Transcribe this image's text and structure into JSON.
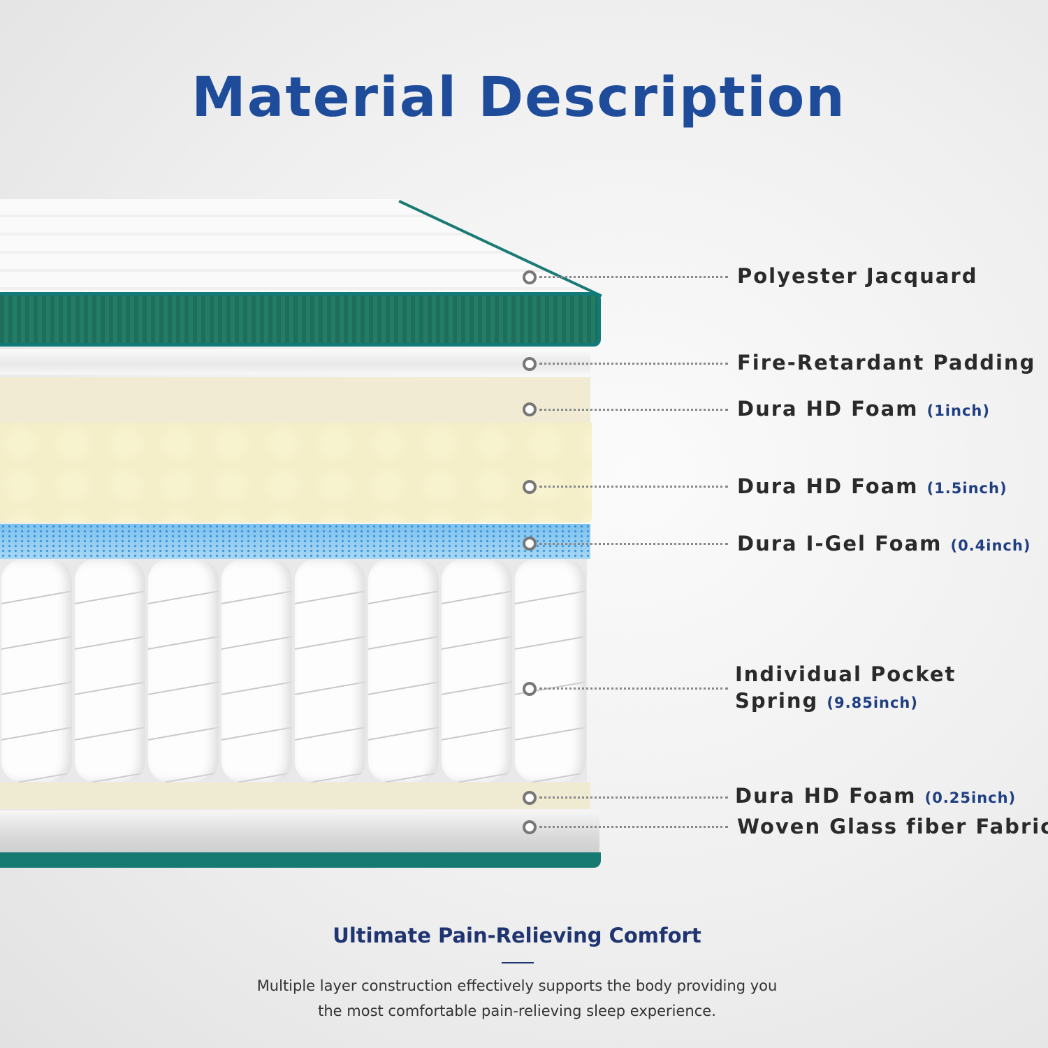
{
  "title": "Material Description",
  "layers": [
    {
      "name": "Polyester Jacquard",
      "size": ""
    },
    {
      "name": "Fire-Retardant Padding",
      "size": ""
    },
    {
      "name": "Dura HD Foam",
      "size": "(1inch)"
    },
    {
      "name": "Dura HD Foam",
      "size": "(1.5inch)"
    },
    {
      "name": "Dura I-Gel Foam",
      "size": "(0.4inch)"
    },
    {
      "name": "Individual Pocket",
      "name2": "Spring",
      "size": "(9.85inch)"
    },
    {
      "name": "Dura HD Foam",
      "size": "(0.25inch)"
    },
    {
      "name": "Woven Glass fiber Fabric",
      "size": ""
    }
  ],
  "footer": {
    "heading": "Ultimate Pain-Relieving Comfort",
    "line1": "Multiple layer construction effectively supports the body providing you",
    "line2": "the most comfortable pain-relieving sleep experience."
  },
  "colors": {
    "title": "#1f4c9a",
    "accent_teal": "#127a78",
    "size_text": "#1f3f82"
  }
}
